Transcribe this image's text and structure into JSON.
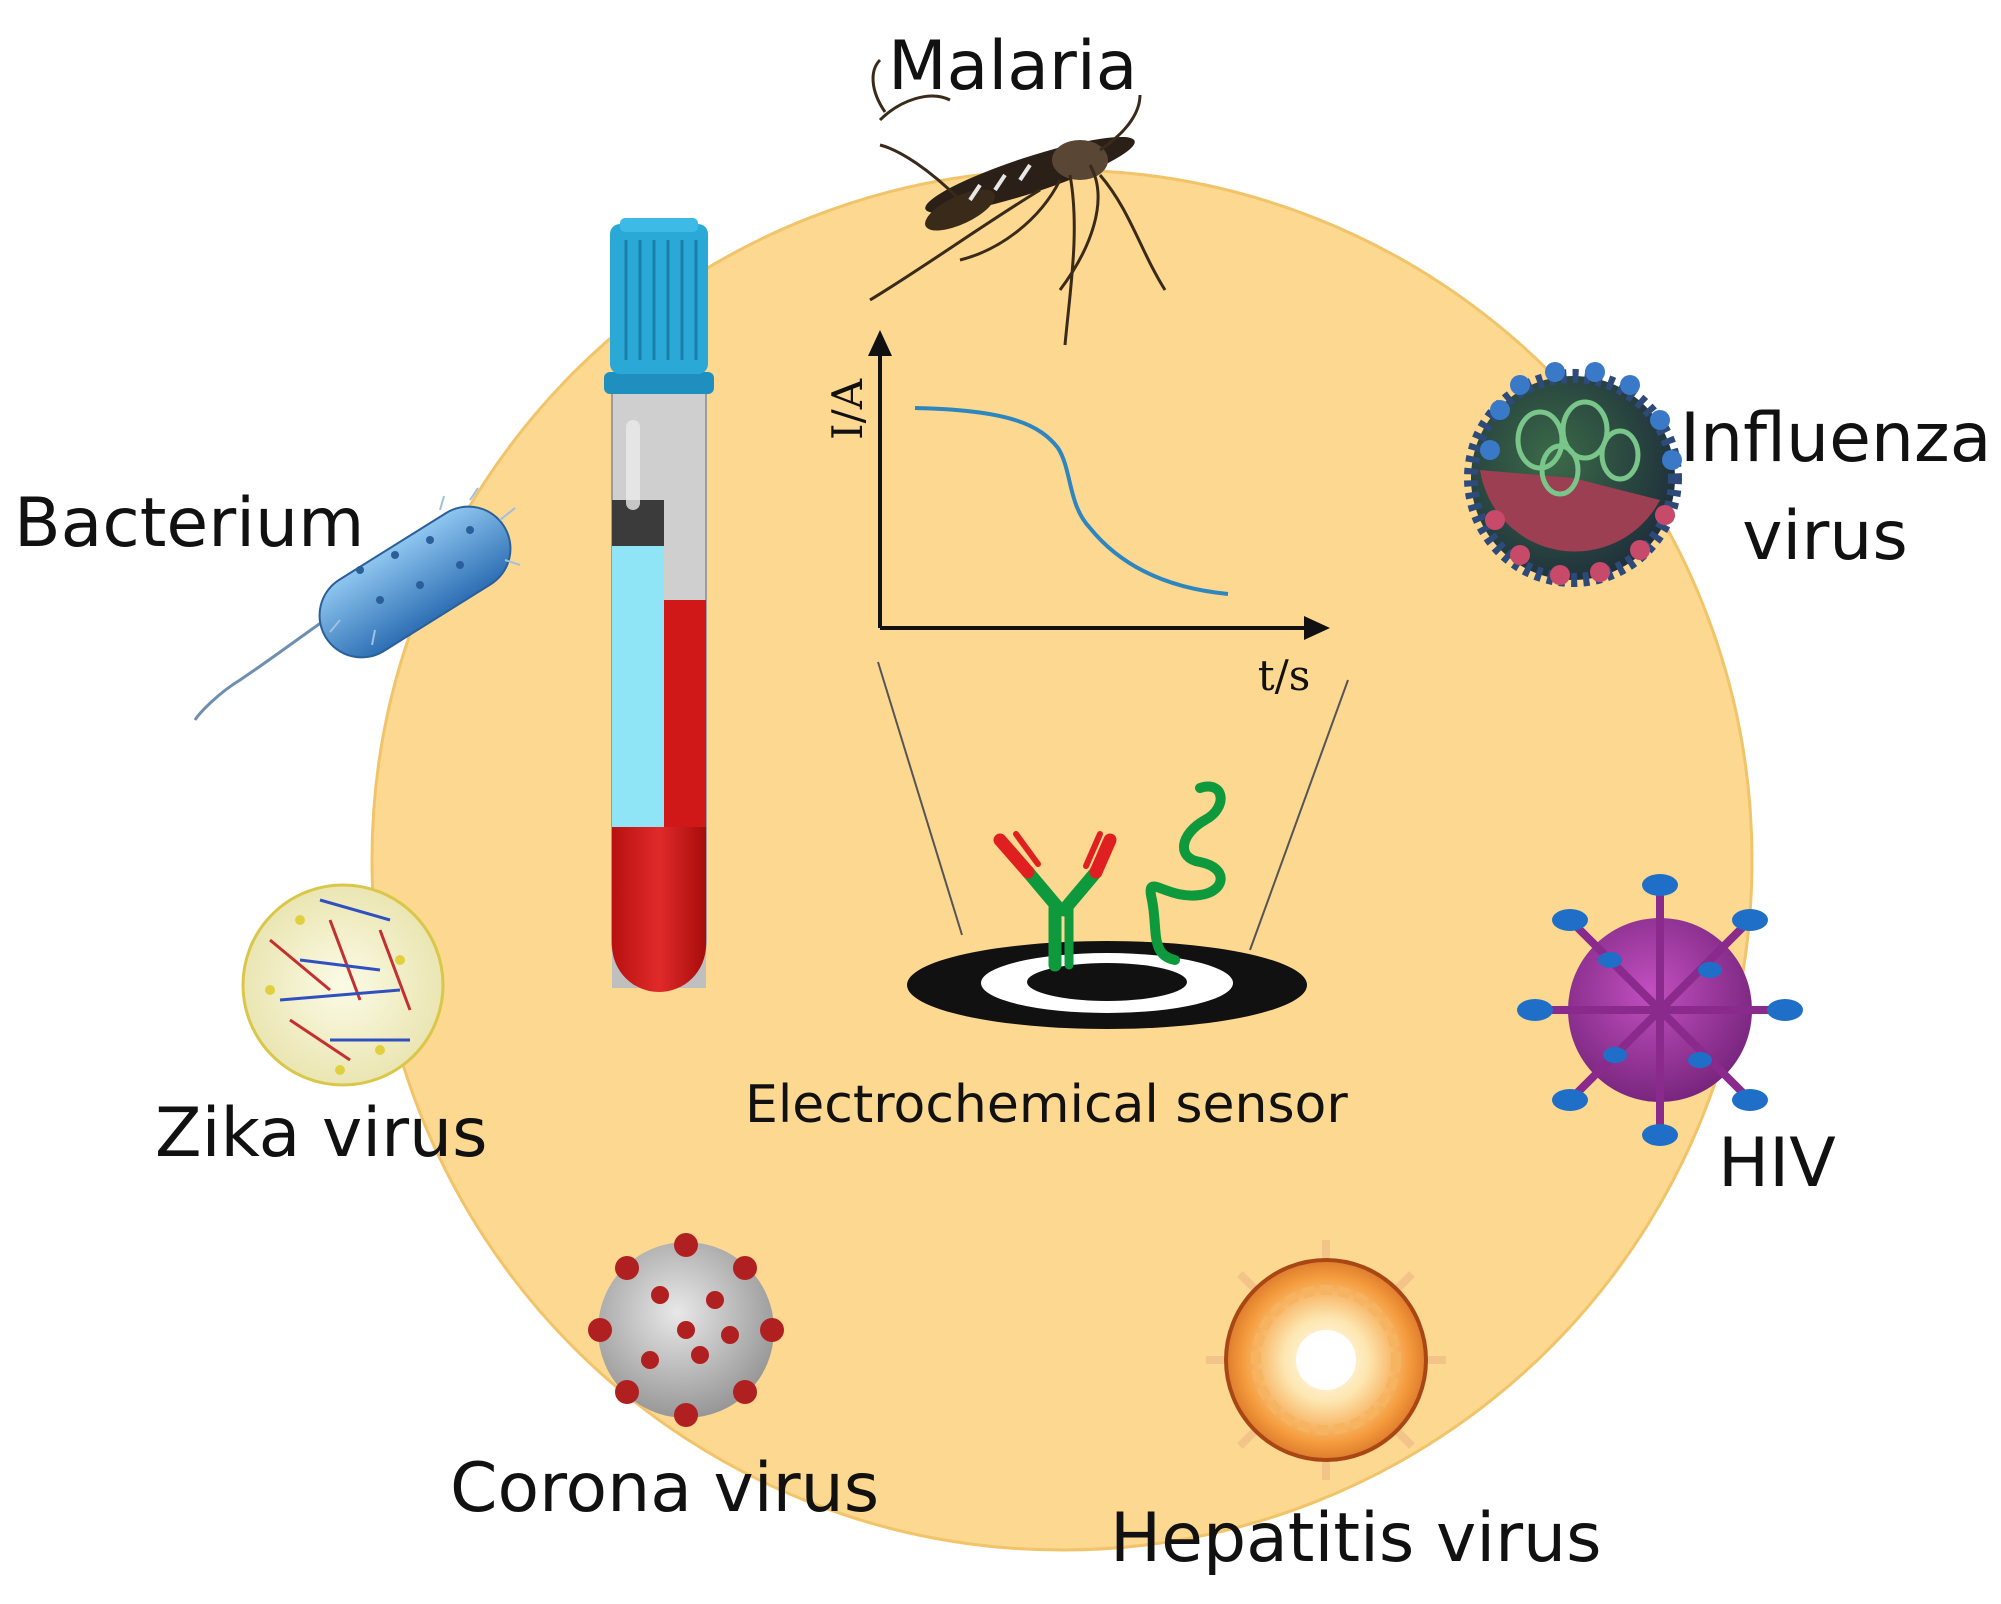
{
  "labels": {
    "malaria": "Malaria",
    "influenza_line1": "Influenza",
    "influenza_line2": "virus",
    "bacterium": "Bacterium",
    "zika": "Zika virus",
    "hiv": "HIV",
    "corona": "Corona virus",
    "hepatitis": "Hepatitis virus",
    "sensor": "Electrochemical sensor"
  },
  "graph": {
    "y_axis_label": "I/A",
    "x_axis_label": "t/s"
  },
  "colors": {
    "circle_fill": "#FCD891",
    "circle_stroke": "#F2C46A",
    "curve": "#2E86C1",
    "antibody_green": "#0E9A3C",
    "antibody_red": "#E02020",
    "tube_cap": "#2AA9D6",
    "blood": "#D01818",
    "plasma": "#8FE4F5"
  },
  "icons": [
    "mosquito-icon",
    "blood-tube-icon",
    "bacterium-icon",
    "influenza-virus-icon",
    "zika-virus-icon",
    "hiv-virus-icon",
    "corona-virus-icon",
    "hepatitis-virus-icon",
    "antibody-icon",
    "aptamer-icon",
    "electrode-icon"
  ]
}
